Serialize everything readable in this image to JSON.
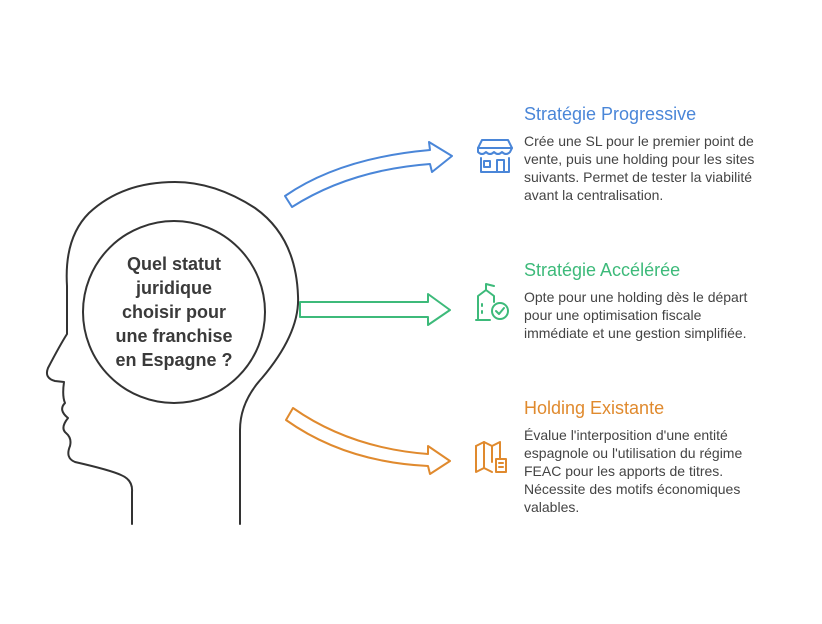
{
  "question": {
    "lines": [
      "Quel statut",
      "juridique",
      "choisir pour",
      "une franchise",
      "en Espagne ?"
    ]
  },
  "options": [
    {
      "title": "Stratégie Progressive",
      "color": "#4a86d8",
      "icon": "storefront-icon",
      "desc_lines": [
        "Crée une SL pour le premier point de",
        "vente, puis une holding pour les sites",
        "suivants. Permet de tester la viabilité",
        "avant la centralisation."
      ]
    },
    {
      "title": "Stratégie Accélérée",
      "color": "#3dba7a",
      "icon": "building-check-icon",
      "desc_lines": [
        "Opte pour une holding dès le départ",
        "pour une optimisation fiscale",
        "immédiate et une gestion simplifiée."
      ]
    },
    {
      "title": "Holding Existante",
      "color": "#e08a2e",
      "icon": "map-document-icon",
      "desc_lines": [
        "Évalue l'interposition d'une entité",
        "espagnole ou l'utilisation du régime",
        "FEAC pour les apports de titres.",
        "Nécessite des motifs économiques",
        "valables."
      ]
    }
  ],
  "colors": {
    "outline": "#333333",
    "question_text": "#3a3a3a",
    "desc_text": "#444444"
  }
}
